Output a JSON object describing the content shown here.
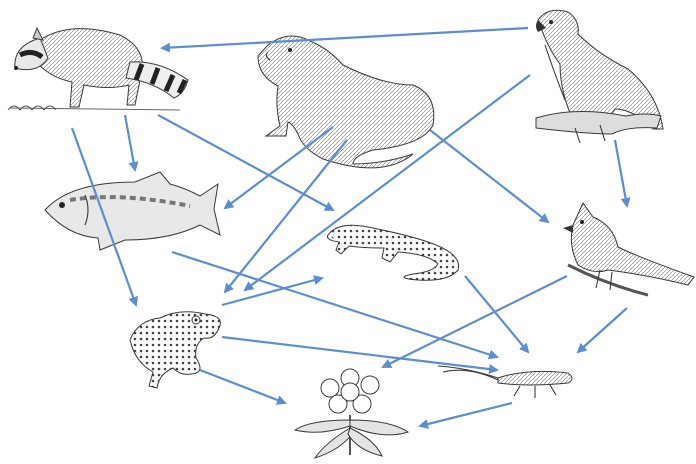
{
  "diagram": {
    "kind": "food-web",
    "arrow_color": "#5b8fd2",
    "organisms": [
      {
        "id": "raccoon",
        "icon": "raccoon-icon"
      },
      {
        "id": "otter",
        "icon": "otter-icon"
      },
      {
        "id": "hawk",
        "icon": "hawk-icon"
      },
      {
        "id": "bass",
        "icon": "fish-icon"
      },
      {
        "id": "salamander",
        "icon": "salamander-icon"
      },
      {
        "id": "cardinal",
        "icon": "cardinal-bird-icon"
      },
      {
        "id": "frog",
        "icon": "frog-icon"
      },
      {
        "id": "caddisfly",
        "icon": "insect-icon"
      },
      {
        "id": "rhododendron",
        "icon": "flower-plant-icon"
      }
    ],
    "arrows": [
      {
        "from": "hawk",
        "to": "raccoon"
      },
      {
        "from": "raccoon",
        "to": "bass"
      },
      {
        "from": "raccoon",
        "to": "frog"
      },
      {
        "from": "raccoon",
        "to": "salamander"
      },
      {
        "from": "otter",
        "to": "bass"
      },
      {
        "from": "otter",
        "to": "frog"
      },
      {
        "from": "otter",
        "to": "cardinal"
      },
      {
        "from": "hawk",
        "to": "frog"
      },
      {
        "from": "hawk",
        "to": "cardinal"
      },
      {
        "from": "bass",
        "to": "caddisfly"
      },
      {
        "from": "frog",
        "to": "salamander"
      },
      {
        "from": "frog",
        "to": "caddisfly"
      },
      {
        "from": "frog",
        "to": "rhododendron"
      },
      {
        "from": "salamander",
        "to": "caddisfly"
      },
      {
        "from": "cardinal",
        "to": "rhododendron"
      },
      {
        "from": "cardinal",
        "to": "caddisfly"
      },
      {
        "from": "caddisfly",
        "to": "rhododendron"
      }
    ]
  }
}
